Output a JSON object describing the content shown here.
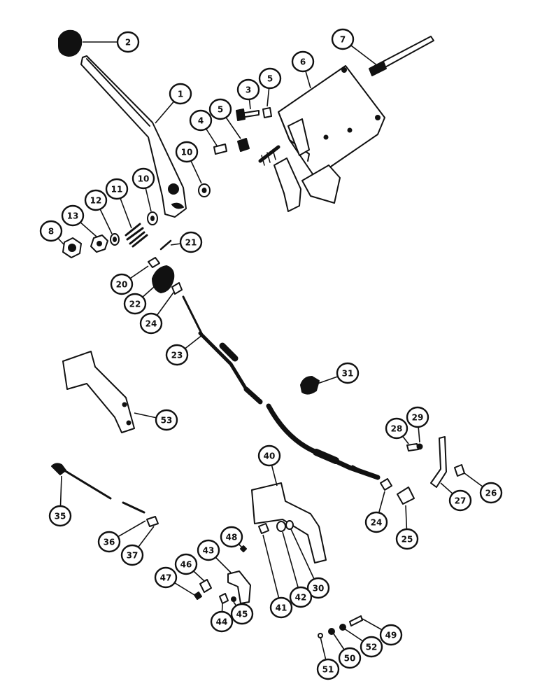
{
  "diagram": {
    "callouts": [
      {
        "id": "c1",
        "label": "1"
      },
      {
        "id": "c2",
        "label": "2"
      },
      {
        "id": "c3",
        "label": "3"
      },
      {
        "id": "c4",
        "label": "4"
      },
      {
        "id": "c5a",
        "label": "5"
      },
      {
        "id": "c5b",
        "label": "5"
      },
      {
        "id": "c6",
        "label": "6"
      },
      {
        "id": "c7",
        "label": "7"
      },
      {
        "id": "c8",
        "label": "8"
      },
      {
        "id": "c10a",
        "label": "10"
      },
      {
        "id": "c10b",
        "label": "10"
      },
      {
        "id": "c11",
        "label": "11"
      },
      {
        "id": "c12",
        "label": "12"
      },
      {
        "id": "c13",
        "label": "13"
      },
      {
        "id": "c20",
        "label": "20"
      },
      {
        "id": "c21",
        "label": "21"
      },
      {
        "id": "c22",
        "label": "22"
      },
      {
        "id": "c23",
        "label": "23"
      },
      {
        "id": "c24a",
        "label": "24"
      },
      {
        "id": "c24b",
        "label": "24"
      },
      {
        "id": "c25",
        "label": "25"
      },
      {
        "id": "c26",
        "label": "26"
      },
      {
        "id": "c27",
        "label": "27"
      },
      {
        "id": "c28",
        "label": "28"
      },
      {
        "id": "c29",
        "label": "29"
      },
      {
        "id": "c30",
        "label": "30"
      },
      {
        "id": "c31",
        "label": "31"
      },
      {
        "id": "c35",
        "label": "35"
      },
      {
        "id": "c36",
        "label": "36"
      },
      {
        "id": "c37",
        "label": "37"
      },
      {
        "id": "c40",
        "label": "40"
      },
      {
        "id": "c41",
        "label": "41"
      },
      {
        "id": "c42",
        "label": "42"
      },
      {
        "id": "c43",
        "label": "43"
      },
      {
        "id": "c44",
        "label": "44"
      },
      {
        "id": "c45",
        "label": "45"
      },
      {
        "id": "c46",
        "label": "46"
      },
      {
        "id": "c47",
        "label": "47"
      },
      {
        "id": "c48",
        "label": "48"
      },
      {
        "id": "c49",
        "label": "49"
      },
      {
        "id": "c50",
        "label": "50"
      },
      {
        "id": "c51",
        "label": "51"
      },
      {
        "id": "c52",
        "label": "52"
      },
      {
        "id": "c53",
        "label": "53"
      }
    ],
    "colors": {
      "ink": "#111111",
      "paper": "#ffffff"
    }
  }
}
